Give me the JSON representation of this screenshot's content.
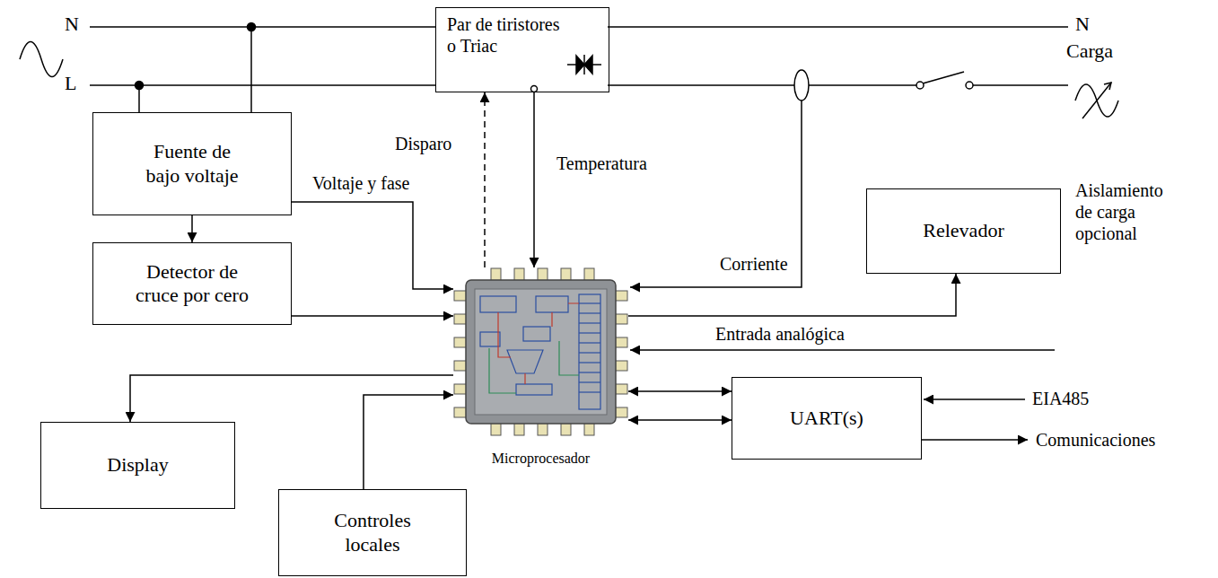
{
  "diagram": {
    "nodes": [
      {
        "text": [
          "Par de tiristores o Triac"
        ]
      },
      {
        "text": [
          "Fuente de bajo voltaje"
        ]
      },
      {
        "text": [
          "Detector de cruce por cero"
        ]
      },
      {
        "text": [
          "Microprocesador"
        ]
      },
      {
        "text": [
          "Relevador"
        ]
      },
      {
        "text": [
          "UART(s)"
        ]
      },
      {
        "text": [
          "Display"
        ]
      },
      {
        "text": [
          "Controles locales"
        ]
      }
    ],
    "edges": [
      {
        "from": 1,
        "to": 2,
        "arrow": "to"
      },
      {
        "from": 1,
        "to": 3,
        "label": "Voltaje y fase",
        "arrow": "to"
      },
      {
        "from": 2,
        "to": 3,
        "arrow": "to"
      },
      {
        "from": 3,
        "to": 0,
        "label": "Disparo",
        "arrow": "to"
      },
      {
        "from": 0,
        "to": 3,
        "label": "Temperatura",
        "arrow": "to"
      },
      {
        "from": 3,
        "to": 4,
        "arrow": "to"
      },
      {
        "from": 3,
        "to": 6,
        "arrow": "to"
      },
      {
        "from": 7,
        "to": 3,
        "arrow": "to"
      },
      {
        "from": 3,
        "to": 5,
        "arrow": "both"
      },
      {
        "from": 3,
        "to": 5,
        "arrow": "both"
      }
    ],
    "labels": [
      "N",
      "L",
      "N",
      "Carga",
      "Corriente",
      "Aislamiento de carga opcional",
      "Entrada analógica",
      "EIA485",
      "Comunicaciones"
    ]
  }
}
